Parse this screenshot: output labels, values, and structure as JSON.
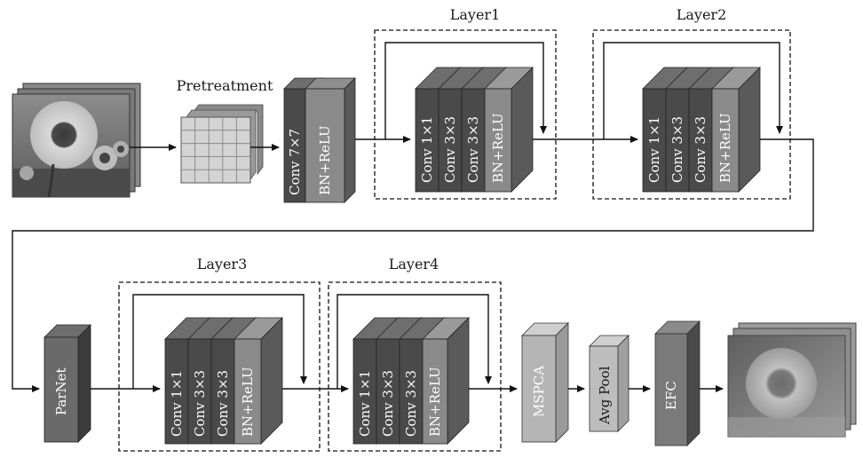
{
  "labels": {
    "pretreatment": "Pretreatment",
    "layer1": "Layer1",
    "layer2": "Layer2",
    "layer3": "Layer3",
    "layer4": "Layer4"
  },
  "stem": {
    "conv": "Conv  7×7",
    "bn": "BN+ReLU"
  },
  "bottleneck": {
    "conv1": "Conv  1×1",
    "conv2": "Conv  3×3",
    "conv3": "Conv  3×3",
    "bn": "BN+ReLU"
  },
  "modules": {
    "parnet": "ParNet",
    "mspca": "MSPCA",
    "avgpool": "Avg  Pool",
    "efc": "EFC"
  },
  "colors": {
    "conv_dark": "#4a4a4a",
    "conv_top": "#6e6e6e",
    "bn_mid": "#8a8a8a",
    "light_module": "#b5b5b5"
  }
}
